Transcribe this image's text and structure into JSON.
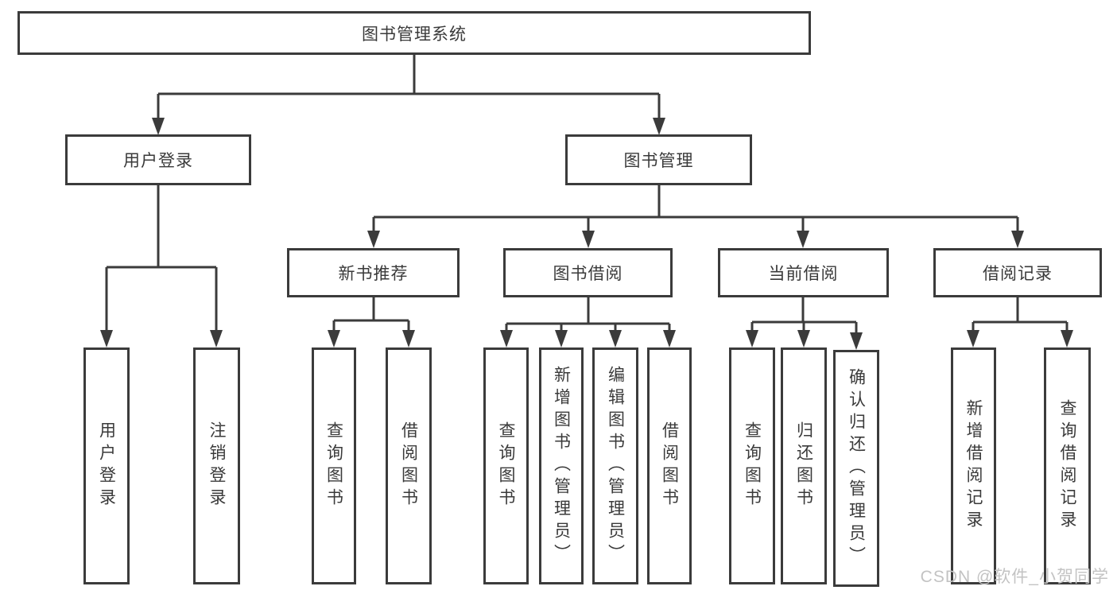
{
  "tree": {
    "root": {
      "label": "图书管理系统",
      "children": [
        {
          "label": "用户登录",
          "children": [
            {
              "label": "用户登录"
            },
            {
              "label": "注销登录"
            }
          ]
        },
        {
          "label": "图书管理",
          "children": [
            {
              "label": "新书推荐",
              "children": [
                {
                  "label": "查询图书"
                },
                {
                  "label": "借阅图书"
                }
              ]
            },
            {
              "label": "图书借阅",
              "children": [
                {
                  "label": "查询图书"
                },
                {
                  "label": "新增图书（管理员）"
                },
                {
                  "label": "编辑图书（管理员）"
                },
                {
                  "label": "借阅图书"
                }
              ]
            },
            {
              "label": "当前借阅",
              "children": [
                {
                  "label": "查询图书"
                },
                {
                  "label": "归还图书"
                },
                {
                  "label": "确认归还（管理员）"
                }
              ]
            },
            {
              "label": "借阅记录",
              "children": [
                {
                  "label": "新增借阅记录"
                },
                {
                  "label": "查询借阅记录"
                }
              ]
            }
          ]
        }
      ]
    }
  },
  "watermark": "CSDN @软件_小贺同学",
  "colors": {
    "line": "#3b3b3b",
    "text": "#3a3a3a",
    "watermark": "#c3c3c3",
    "background": "#ffffff"
  }
}
